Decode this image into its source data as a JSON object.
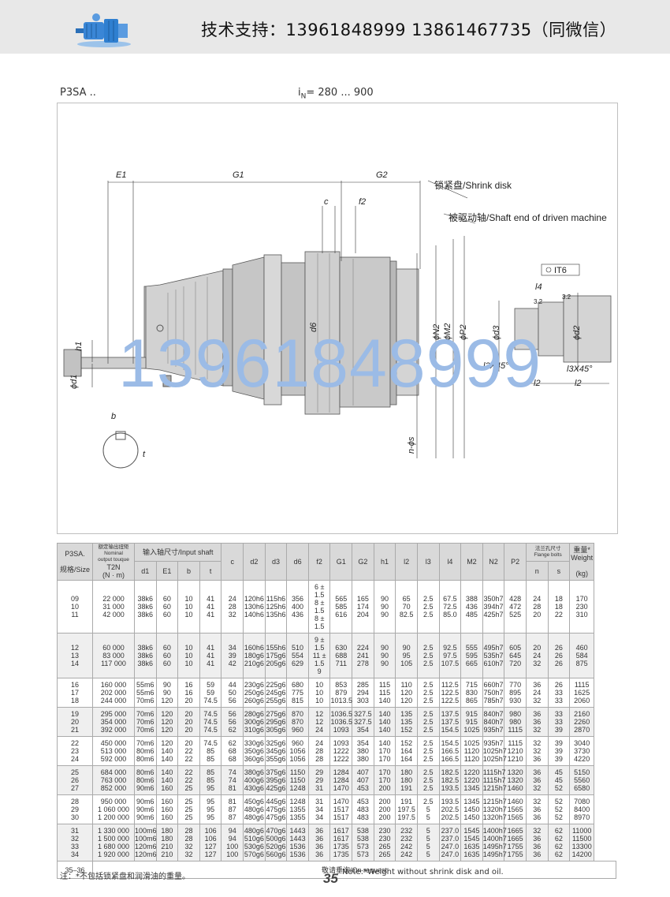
{
  "header": {
    "contact": "技术支持：13961848999   13861467735（同微信）"
  },
  "product": {
    "name": "P3SA ..",
    "ratio_i": "i",
    "ratio_sub": "N",
    "ratio_value": "= 280 ... 900"
  },
  "drawing": {
    "dim_E1": "E1",
    "dim_G1": "G1",
    "dim_G2": "G2",
    "dim_c": "c",
    "dim_f2": "f2",
    "dim_h1": "h1",
    "dim_d1": "ϕd1",
    "dim_b": "b",
    "dim_t": "t",
    "dim_d6": "d6",
    "dim_N2": "ϕN2",
    "dim_M2": "ϕM2",
    "dim_P2": "ϕP2",
    "dim_s": "n-ϕs",
    "dim_d3": "ϕd3",
    "dim_d2": "ϕd2",
    "dim_l4": "l4",
    "dim_IT6": "IT6",
    "dim_l3x45_a": "l3X45°",
    "dim_l3x45_b": "l3X45°",
    "dim_l2_a": "l2",
    "dim_l2_b": "l2",
    "rough_a": "3.2",
    "rough_b": "3.2",
    "label_shrink": "锁紧盘/Shrink disk",
    "label_shaft": "被驱动轴/Shaft end of driven machine",
    "watermark": "13961848999"
  },
  "table": {
    "h_model": "P3SA.",
    "h_size": "规格/Size",
    "h_torque_cn": "额定输出扭矩",
    "h_torque_en1": "Nominal",
    "h_torque_en2": "output touque",
    "h_torque_sym": "T2N",
    "h_torque_unit": "(N · m)",
    "h_input": "输入轴尺寸/Input shaft",
    "h_flange": "法兰孔尺寸",
    "h_flange_en": "Flange bolts",
    "h_weight_cn": "重量*",
    "h_weight_en": "Weight",
    "h_weight_unit": "(kg)",
    "cols": [
      "d1",
      "E1",
      "b",
      "t",
      "c",
      "d2",
      "d3",
      "d6",
      "f2",
      "G1",
      "G2",
      "h1",
      "l2",
      "l3",
      "l4",
      "M2",
      "N2",
      "P2",
      "n",
      "s"
    ],
    "groups": [
      {
        "size": [
          "09",
          "10",
          "11"
        ],
        "T2N": [
          "22 000",
          "31 000",
          "42 000"
        ],
        "d1": [
          "38k6",
          "38k6",
          "38k6"
        ],
        "E1": [
          "60",
          "60",
          "60"
        ],
        "b": [
          "10",
          "10",
          "10"
        ],
        "t": [
          "41",
          "41",
          "41"
        ],
        "c": [
          "24",
          "28",
          "32"
        ],
        "d2": [
          "120h6",
          "130h6",
          "140h6"
        ],
        "d3": [
          "115h6",
          "125h6",
          "135h6"
        ],
        "d6": [
          "356",
          "400",
          "436"
        ],
        "f2": [
          "6 ± 1.5",
          "8 ± 1.5",
          "8 ± 1.5"
        ],
        "G1": [
          "565",
          "585",
          "616"
        ],
        "G2": [
          "165",
          "174",
          "204"
        ],
        "h1": [
          "90",
          "90",
          "90"
        ],
        "l2": [
          "65",
          "70",
          "82.5"
        ],
        "l3": [
          "2.5",
          "2.5",
          "2.5"
        ],
        "l4": [
          "67.5",
          "72.5",
          "85.0"
        ],
        "M2": [
          "388",
          "436",
          "485"
        ],
        "N2": [
          "350h7",
          "394h7",
          "425h7"
        ],
        "P2": [
          "428",
          "472",
          "525"
        ],
        "n": [
          "24",
          "28",
          "20"
        ],
        "s": [
          "18",
          "18",
          "22"
        ],
        "W": [
          "170",
          "230",
          "310"
        ]
      },
      {
        "size": [
          "12",
          "13",
          "14"
        ],
        "T2N": [
          "60 000",
          "83 000",
          "117 000"
        ],
        "d1": [
          "38k6",
          "38k6",
          "38k6"
        ],
        "E1": [
          "60",
          "60",
          "60"
        ],
        "b": [
          "10",
          "10",
          "10"
        ],
        "t": [
          "41",
          "41",
          "41"
        ],
        "c": [
          "34",
          "39",
          "42"
        ],
        "d2": [
          "160h6",
          "180g6",
          "210g6"
        ],
        "d3": [
          "155h6",
          "175g6",
          "205g6"
        ],
        "d6": [
          "510",
          "554",
          "629"
        ],
        "f2": [
          "9 ± 1.5",
          "11 ± 1.5",
          "9"
        ],
        "G1": [
          "630",
          "688",
          "711"
        ],
        "G2": [
          "224",
          "241",
          "278"
        ],
        "h1": [
          "90",
          "90",
          "90"
        ],
        "l2": [
          "90",
          "95",
          "105"
        ],
        "l3": [
          "2.5",
          "2.5",
          "2.5"
        ],
        "l4": [
          "92.5",
          "97.5",
          "107.5"
        ],
        "M2": [
          "555",
          "595",
          "665"
        ],
        "N2": [
          "495h7",
          "535h7",
          "610h7"
        ],
        "P2": [
          "605",
          "645",
          "720"
        ],
        "n": [
          "20",
          "24",
          "32"
        ],
        "s": [
          "26",
          "26",
          "26"
        ],
        "W": [
          "460",
          "584",
          "875"
        ]
      },
      {
        "size": [
          "16",
          "17",
          "18"
        ],
        "T2N": [
          "160 000",
          "202 000",
          "244 000"
        ],
        "d1": [
          "55m6",
          "55m6",
          "70m6"
        ],
        "E1": [
          "90",
          "90",
          "120"
        ],
        "b": [
          "16",
          "16",
          "20"
        ],
        "t": [
          "59",
          "59",
          "74.5"
        ],
        "c": [
          "44",
          "50",
          "56"
        ],
        "d2": [
          "230g6",
          "250g6",
          "260g6"
        ],
        "d3": [
          "225g6",
          "245g6",
          "255g6"
        ],
        "d6": [
          "680",
          "775",
          "815"
        ],
        "f2": [
          "10",
          "10",
          "10"
        ],
        "G1": [
          "853",
          "879",
          "1013.5"
        ],
        "G2": [
          "285",
          "294",
          "303"
        ],
        "h1": [
          "115",
          "115",
          "140"
        ],
        "l2": [
          "110",
          "120",
          "120"
        ],
        "l3": [
          "2.5",
          "2.5",
          "2.5"
        ],
        "l4": [
          "112.5",
          "122.5",
          "122.5"
        ],
        "M2": [
          "715",
          "830",
          "865"
        ],
        "N2": [
          "660h7",
          "750h7",
          "785h7"
        ],
        "P2": [
          "770",
          "895",
          "930"
        ],
        "n": [
          "36",
          "24",
          "32"
        ],
        "s": [
          "26",
          "33",
          "33"
        ],
        "W": [
          "1115",
          "1625",
          "2060"
        ]
      },
      {
        "size": [
          "19",
          "20",
          "21"
        ],
        "T2N": [
          "295 000",
          "354 000",
          "392 000"
        ],
        "d1": [
          "70m6",
          "70m6",
          "70m6"
        ],
        "E1": [
          "120",
          "120",
          "120"
        ],
        "b": [
          "20",
          "20",
          "20"
        ],
        "t": [
          "74.5",
          "74.5",
          "74.5"
        ],
        "c": [
          "56",
          "56",
          "62"
        ],
        "d2": [
          "280g6",
          "300g6",
          "310g6"
        ],
        "d3": [
          "275g6",
          "295g6",
          "305g6"
        ],
        "d6": [
          "870",
          "870",
          "960"
        ],
        "f2": [
          "12",
          "12",
          "24"
        ],
        "G1": [
          "1036.5",
          "1036.5",
          "1093"
        ],
        "G2": [
          "327.5",
          "327.5",
          "354"
        ],
        "h1": [
          "140",
          "140",
          "140"
        ],
        "l2": [
          "135",
          "135",
          "152"
        ],
        "l3": [
          "2.5",
          "2.5",
          "2.5"
        ],
        "l4": [
          "137.5",
          "137.5",
          "154.5"
        ],
        "M2": [
          "915",
          "915",
          "1025"
        ],
        "N2": [
          "840h7",
          "840h7",
          "935h7"
        ],
        "P2": [
          "980",
          "980",
          "1115"
        ],
        "n": [
          "36",
          "36",
          "32"
        ],
        "s": [
          "33",
          "33",
          "39"
        ],
        "W": [
          "2160",
          "2260",
          "2870"
        ]
      },
      {
        "size": [
          "22",
          "23",
          "24"
        ],
        "T2N": [
          "450 000",
          "513 000",
          "592 000"
        ],
        "d1": [
          "70m6",
          "80m6",
          "80m6"
        ],
        "E1": [
          "120",
          "140",
          "140"
        ],
        "b": [
          "20",
          "22",
          "22"
        ],
        "t": [
          "74.5",
          "85",
          "85"
        ],
        "c": [
          "62",
          "68",
          "68"
        ],
        "d2": [
          "330g6",
          "350g6",
          "360g6"
        ],
        "d3": [
          "325g6",
          "345g6",
          "355g6"
        ],
        "d6": [
          "960",
          "1056",
          "1056"
        ],
        "f2": [
          "24",
          "28",
          "28"
        ],
        "G1": [
          "1093",
          "1222",
          "1222"
        ],
        "G2": [
          "354",
          "380",
          "380"
        ],
        "h1": [
          "140",
          "170",
          "170"
        ],
        "l2": [
          "152",
          "164",
          "164"
        ],
        "l3": [
          "2.5",
          "2.5",
          "2.5"
        ],
        "l4": [
          "154.5",
          "166.5",
          "166.5"
        ],
        "M2": [
          "1025",
          "1120",
          "1120"
        ],
        "N2": [
          "935h7",
          "1025h7",
          "1025h7"
        ],
        "P2": [
          "1115",
          "1210",
          "1210"
        ],
        "n": [
          "32",
          "32",
          "36"
        ],
        "s": [
          "39",
          "39",
          "39"
        ],
        "W": [
          "3040",
          "3730",
          "4220"
        ]
      },
      {
        "size": [
          "25",
          "26",
          "27"
        ],
        "T2N": [
          "684 000",
          "763 000",
          "852 000"
        ],
        "d1": [
          "80m6",
          "80m6",
          "90m6"
        ],
        "E1": [
          "140",
          "140",
          "160"
        ],
        "b": [
          "22",
          "22",
          "25"
        ],
        "t": [
          "85",
          "85",
          "95"
        ],
        "c": [
          "74",
          "74",
          "81"
        ],
        "d2": [
          "380g6",
          "400g6",
          "430g6"
        ],
        "d3": [
          "375g6",
          "395g6",
          "425g6"
        ],
        "d6": [
          "1150",
          "1150",
          "1248"
        ],
        "f2": [
          "29",
          "29",
          "31"
        ],
        "G1": [
          "1284",
          "1284",
          "1470"
        ],
        "G2": [
          "407",
          "407",
          "453"
        ],
        "h1": [
          "170",
          "170",
          "200"
        ],
        "l2": [
          "180",
          "180",
          "191"
        ],
        "l3": [
          "2.5",
          "2.5",
          "2.5"
        ],
        "l4": [
          "182.5",
          "182.5",
          "193.5"
        ],
        "M2": [
          "1220",
          "1220",
          "1345"
        ],
        "N2": [
          "1115h7",
          "1115h7",
          "1215h7"
        ],
        "P2": [
          "1320",
          "1320",
          "1460"
        ],
        "n": [
          "36",
          "36",
          "32"
        ],
        "s": [
          "45",
          "45",
          "52"
        ],
        "W": [
          "5150",
          "5560",
          "6580"
        ]
      },
      {
        "size": [
          "28",
          "29",
          "30"
        ],
        "T2N": [
          "950 000",
          "1 060 000",
          "1 200 000"
        ],
        "d1": [
          "90m6",
          "90m6",
          "90m6"
        ],
        "E1": [
          "160",
          "160",
          "160"
        ],
        "b": [
          "25",
          "25",
          "25"
        ],
        "t": [
          "95",
          "95",
          "95"
        ],
        "c": [
          "81",
          "87",
          "87"
        ],
        "d2": [
          "450g6",
          "480g6",
          "480g6"
        ],
        "d3": [
          "445g6",
          "475g6",
          "475g6"
        ],
        "d6": [
          "1248",
          "1355",
          "1355"
        ],
        "f2": [
          "31",
          "34",
          "34"
        ],
        "G1": [
          "1470",
          "1517",
          "1517"
        ],
        "G2": [
          "453",
          "483",
          "483"
        ],
        "h1": [
          "200",
          "200",
          "200"
        ],
        "l2": [
          "191",
          "197.5",
          "197.5"
        ],
        "l3": [
          "2.5",
          "5",
          "5"
        ],
        "l4": [
          "193.5",
          "202.5",
          "202.5"
        ],
        "M2": [
          "1345",
          "1450",
          "1450"
        ],
        "N2": [
          "1215h7",
          "1320h7",
          "1320h7"
        ],
        "P2": [
          "1460",
          "1565",
          "1565"
        ],
        "n": [
          "32",
          "36",
          "36"
        ],
        "s": [
          "52",
          "52",
          "52"
        ],
        "W": [
          "7080",
          "8400",
          "8970"
        ]
      },
      {
        "size": [
          "31",
          "32",
          "33",
          "34"
        ],
        "T2N": [
          "1 330 000",
          "1 500 000",
          "1 680 000",
          "1 920 000"
        ],
        "d1": [
          "100m6",
          "100m6",
          "120m6",
          "120m6"
        ],
        "E1": [
          "180",
          "180",
          "210",
          "210"
        ],
        "b": [
          "28",
          "28",
          "32",
          "32"
        ],
        "t": [
          "106",
          "106",
          "127",
          "127"
        ],
        "c": [
          "94",
          "94",
          "100",
          "100"
        ],
        "d2": [
          "480g6",
          "510g6",
          "530g6",
          "570g6"
        ],
        "d3": [
          "470g6",
          "500g6",
          "520g6",
          "560g6"
        ],
        "d6": [
          "1443",
          "1443",
          "1536",
          "1536"
        ],
        "f2": [
          "36",
          "36",
          "36",
          "36"
        ],
        "G1": [
          "1617",
          "1617",
          "1735",
          "1735"
        ],
        "G2": [
          "538",
          "538",
          "573",
          "573"
        ],
        "h1": [
          "230",
          "230",
          "265",
          "265"
        ],
        "l2": [
          "232",
          "232",
          "242",
          "242"
        ],
        "l3": [
          "5",
          "5",
          "5",
          "5"
        ],
        "l4": [
          "237.0",
          "237.0",
          "247.0",
          "247.0"
        ],
        "M2": [
          "1545",
          "1545",
          "1635",
          "1635"
        ],
        "N2": [
          "1400h7",
          "1400h7",
          "1495h7",
          "1495h7"
        ],
        "P2": [
          "1665",
          "1665",
          "1755",
          "1755"
        ],
        "n": [
          "32",
          "36",
          "36",
          "36"
        ],
        "s": [
          "62",
          "62",
          "62",
          "62"
        ],
        "W": [
          "11000",
          "11500",
          "13300",
          "14200"
        ]
      }
    ],
    "last_size": "35–36",
    "last_note": "敬请垂询/On request"
  },
  "footer": {
    "note_cn": "注：*不包括锁紧盘和润滑油的重量。",
    "page": "35",
    "note_en": "Note:*Weight without shrink disk and oil."
  },
  "colors": {
    "header_bg": "#e8e8e8",
    "watermark": "#9bbbe6",
    "table_head": "#d9d9d9",
    "row_alt": "#efefef",
    "logo_blue": "#2f7fd0"
  }
}
